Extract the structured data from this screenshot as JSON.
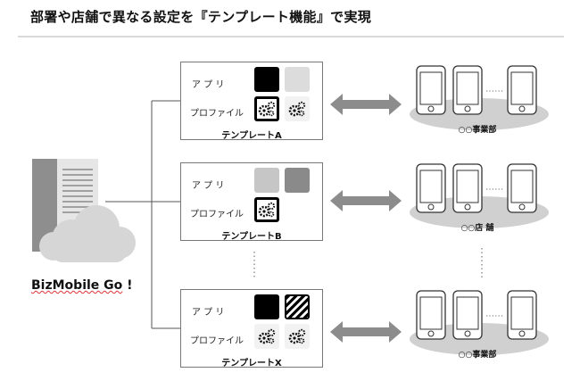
{
  "title": "部署や店舗で異なる設定を『テンプレート機能』で実現",
  "brand": {
    "name": "BizMobile Go",
    "mark": "!"
  },
  "cards": [
    {
      "app_label": "ア プ リ",
      "profile_label": "プロファイル",
      "caption": "テンプレートA"
    },
    {
      "app_label": "ア プ リ",
      "profile_label": "プロファイル",
      "caption": "テンプレートB"
    },
    {
      "app_label": "ア プ リ",
      "profile_label": "プロファイル",
      "caption": "テンプレートX"
    }
  ],
  "groups": [
    {
      "label": "○○事業部"
    },
    {
      "label": "○○店 舗"
    },
    {
      "label": "○○事業部"
    }
  ],
  "colors": {
    "black": "#000000",
    "light_gray": "#dcdcdc",
    "mid_gray": "#c6c6c6",
    "dark_gray": "#8a8a8a",
    "arrow": "#8c8c8c",
    "ellipse": "#d0d0d0"
  }
}
